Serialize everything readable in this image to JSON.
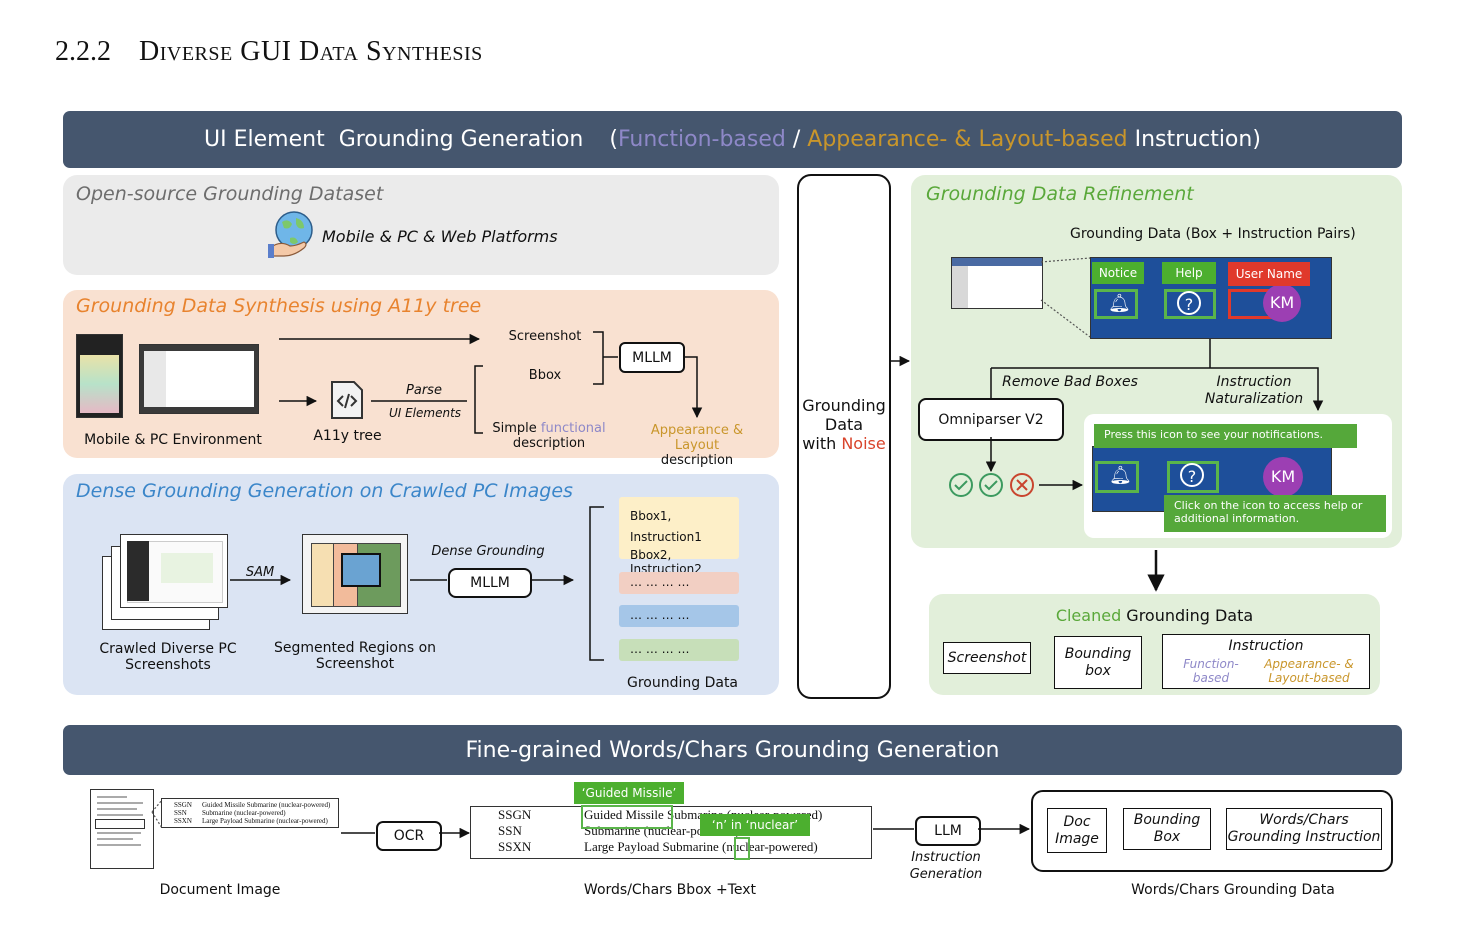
{
  "section": {
    "number": "2.2.2",
    "title": "Diverse GUI Data Synthesis"
  },
  "top_banner": {
    "prefix": "UI Element  Grounding Generation  ",
    "open_paren": "(",
    "function": "Function-based",
    "slash": " / ",
    "appearance": "Appearance- & Layout-based",
    "suffix": " Instruction",
    "close_paren": ")"
  },
  "open_source": {
    "title": "Open-source Grounding Dataset",
    "platforms": "Mobile & PC & Web Platforms"
  },
  "a11y": {
    "title": "Grounding Data Synthesis using A11y tree",
    "env_label": "Mobile & PC Environment",
    "tree_label": "A11y tree",
    "parse": "Parse",
    "ui_elements": "UI Elements",
    "screenshot": "Screenshot",
    "bbox": "Bbox",
    "simple": "Simple ",
    "functional": "functional",
    "description": "description",
    "mllm": "MLLM",
    "appearance_layout": "Appearance & Layout",
    "description2": "description"
  },
  "dense": {
    "title": "Dense Grounding Generation on Crawled PC Images",
    "crawled_line1": "Crawled Diverse PC",
    "crawled_line2": "Screenshots",
    "sam": "SAM",
    "segmented_line1": "Segmented Regions on",
    "segmented_line2": "Screenshot",
    "dense_grounding": "Dense Grounding",
    "mllm": "MLLM",
    "item1": "Bbox1, Instruction1",
    "item2": "Bbox2, Instruction2",
    "dots": "… … … …",
    "grounding_data": "Grounding Data"
  },
  "noise": {
    "line1": "Grounding",
    "line2": "Data",
    "line3": "with ",
    "noise": "Noise"
  },
  "refine": {
    "title": "Grounding Data Refinement",
    "pairs": "Grounding Data (Box + Instruction Pairs)",
    "notice": "Notice",
    "help": "Help",
    "user_name": "User Name",
    "km": "KM",
    "remove": "Remove Bad Boxes",
    "naturalization_line1": "Instruction",
    "naturalization_line2": "Naturalization",
    "omniparser": "Omniparser V2",
    "tip1": "Press this icon to see your notifications.",
    "tip2": "Click on the icon to access help or additional information."
  },
  "cleaned": {
    "cleaned": "Cleaned",
    "grounding_data": " Grounding Data",
    "screenshot": "Screenshot",
    "bbox_line1": "Bounding",
    "bbox_line2": "box",
    "instruction": "Instruction",
    "func_line1": "Function-",
    "func_line2": "based",
    "app_line1": "Appearance- &",
    "app_line2": "Layout-based"
  },
  "bottom_banner": "Fine-grained Words/Chars Grounding Generation",
  "words": {
    "doc_rows": [
      {
        "code": "SSGN",
        "desc": "Guided Missile Submarine (nuclear-powered)"
      },
      {
        "code": "SSN",
        "desc": "Submarine (nuclear-powered)"
      },
      {
        "code": "SSXN",
        "desc": "Large Payload Submarine (nuclear-powered)"
      }
    ],
    "document_image": "Document Image",
    "ocr": "OCR",
    "tag1": "‘Guided Missile’",
    "tag2": "‘n’ in ‘nuclear’",
    "bbox_text": "Words/Chars Bbox +Text",
    "llm": "LLM",
    "instr_line1": "Instruction",
    "instr_line2": "Generation",
    "doc_line1": "Doc",
    "doc_line2": "Image",
    "bb_line1": "Bounding",
    "bb_line2": "Box",
    "wc_line1": "Words/Chars",
    "wc_line2": "Grounding Instruction",
    "grounding_data": "Words/Chars Grounding Data"
  },
  "colors": {
    "banner": "#45566e",
    "function": "#8e88c8",
    "appearance": "#c9962b",
    "noise": "#d9442b",
    "open_panel": "#ebebeb",
    "a11y_panel": "#f9e1d1",
    "dense_panel": "#dbe4f3",
    "refine_panel": "#e2efda",
    "cleaned_green": "#5aa83a"
  }
}
